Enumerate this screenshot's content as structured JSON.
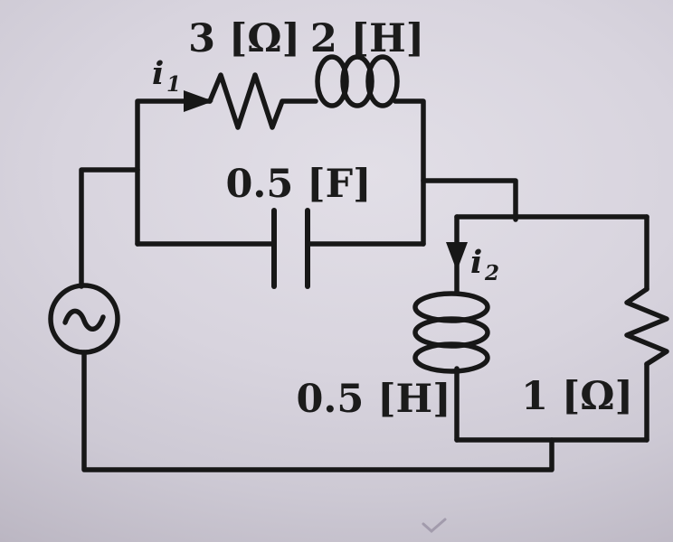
{
  "circuit": {
    "description": "Hand-printed circuit diagram on paper: AC source driving a series R-L branch (3 ohm, 2 H) in parallel with a capacitor (0.5 F), feeding a parallel combination of an inductor (0.5 H) and resistor (1 ohm)",
    "labels": {
      "top_resistor": "3 [Ω]",
      "top_inductor": "2 [H]",
      "capacitor": "0.5 [F]",
      "right_inductor": "0.5 [H]",
      "right_resistor": "1 [Ω]"
    },
    "currents": {
      "i1": {
        "symbol": "i",
        "sub": "1"
      },
      "i2": {
        "symbol": "i",
        "sub": "2"
      }
    },
    "colors": {
      "ink": "#171717",
      "paper": "#d8d4de"
    }
  }
}
